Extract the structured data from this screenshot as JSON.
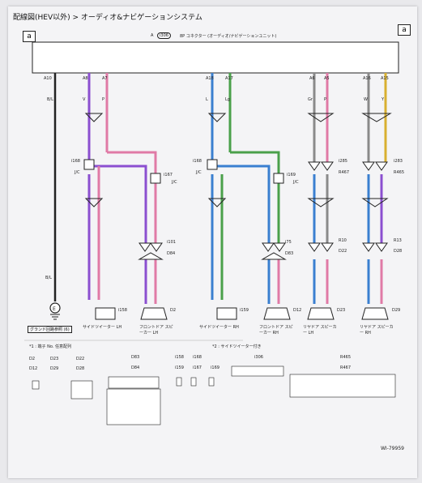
{
  "title": "配線図(HEV以外) > オーディオ&ナビゲーションシステム",
  "corner_left": "a",
  "corner_right": "a",
  "main_connector": {
    "prefix": "A",
    "id": "i306",
    "label": "8P コネクター (オーディオ/ナビゲーションユニット)"
  },
  "ground_wire": {
    "pin": "A10",
    "color": "B/L"
  },
  "ground_label": "グランド回路参照 (6)",
  "groups": [
    {
      "pins": [
        "A8",
        "A7"
      ],
      "colors": [
        "V",
        "P"
      ],
      "jc": [
        "i168",
        "J/C"
      ],
      "jc2": [
        "i167",
        "J/C"
      ],
      "tweeter": {
        "conn": "i158",
        "label": "サイドツイーター LH"
      },
      "speaker": {
        "conn": "D2",
        "label": "フロントドア スピーカー LH",
        "c1": "i101",
        "c2": "D84"
      }
    },
    {
      "pins": [
        "A18",
        "A17"
      ],
      "colors": [
        "L",
        "Lg"
      ],
      "jc": [
        "i168",
        "J/C"
      ],
      "jc2": [
        "i169",
        "J/C"
      ],
      "tweeter": {
        "conn": "i159",
        "label": "サイドツイーター RH"
      },
      "speaker": {
        "conn": "D12",
        "label": "フロントドア スピーカー RH",
        "c1": "i75",
        "c2": "D83"
      }
    },
    {
      "pins": [
        "A6",
        "A5"
      ],
      "colors": [
        "Gr",
        "P"
      ],
      "speaker": {
        "conn": "D23",
        "label": "リヤドア スピーカー LH",
        "c1": "i285",
        "c2": "R467",
        "c3": "R10",
        "c4": "D22"
      }
    },
    {
      "pins": [
        "A16",
        "A15"
      ],
      "colors": [
        "W",
        "Y"
      ],
      "speaker": {
        "conn": "D29",
        "label": "リヤドア スピーカー RH",
        "c1": "i283",
        "c2": "R465",
        "c3": "R13",
        "c4": "D28"
      }
    }
  ],
  "notes": {
    "n1": "*1 : 端子 No. 任意配列",
    "n2": "*2 : サイドツイーター付き"
  },
  "bottom_connectors": {
    "g1": [
      "D2",
      "D23",
      "D22",
      "D12",
      "D29",
      "D28"
    ],
    "g2": [
      "D83",
      "D84"
    ],
    "g3": [
      "i158",
      "i168",
      "i159",
      "i167",
      "i169"
    ],
    "g4": [
      "i306"
    ],
    "g5": [
      "R465",
      "R467"
    ]
  },
  "footer_code": "WI-79959",
  "colors": {
    "violet": "#8b4fd0",
    "pink": "#e07aa6",
    "blue": "#3a7fd0",
    "green": "#4aa04a",
    "gray": "#8a8a8a",
    "yellow": "#d8b030"
  }
}
